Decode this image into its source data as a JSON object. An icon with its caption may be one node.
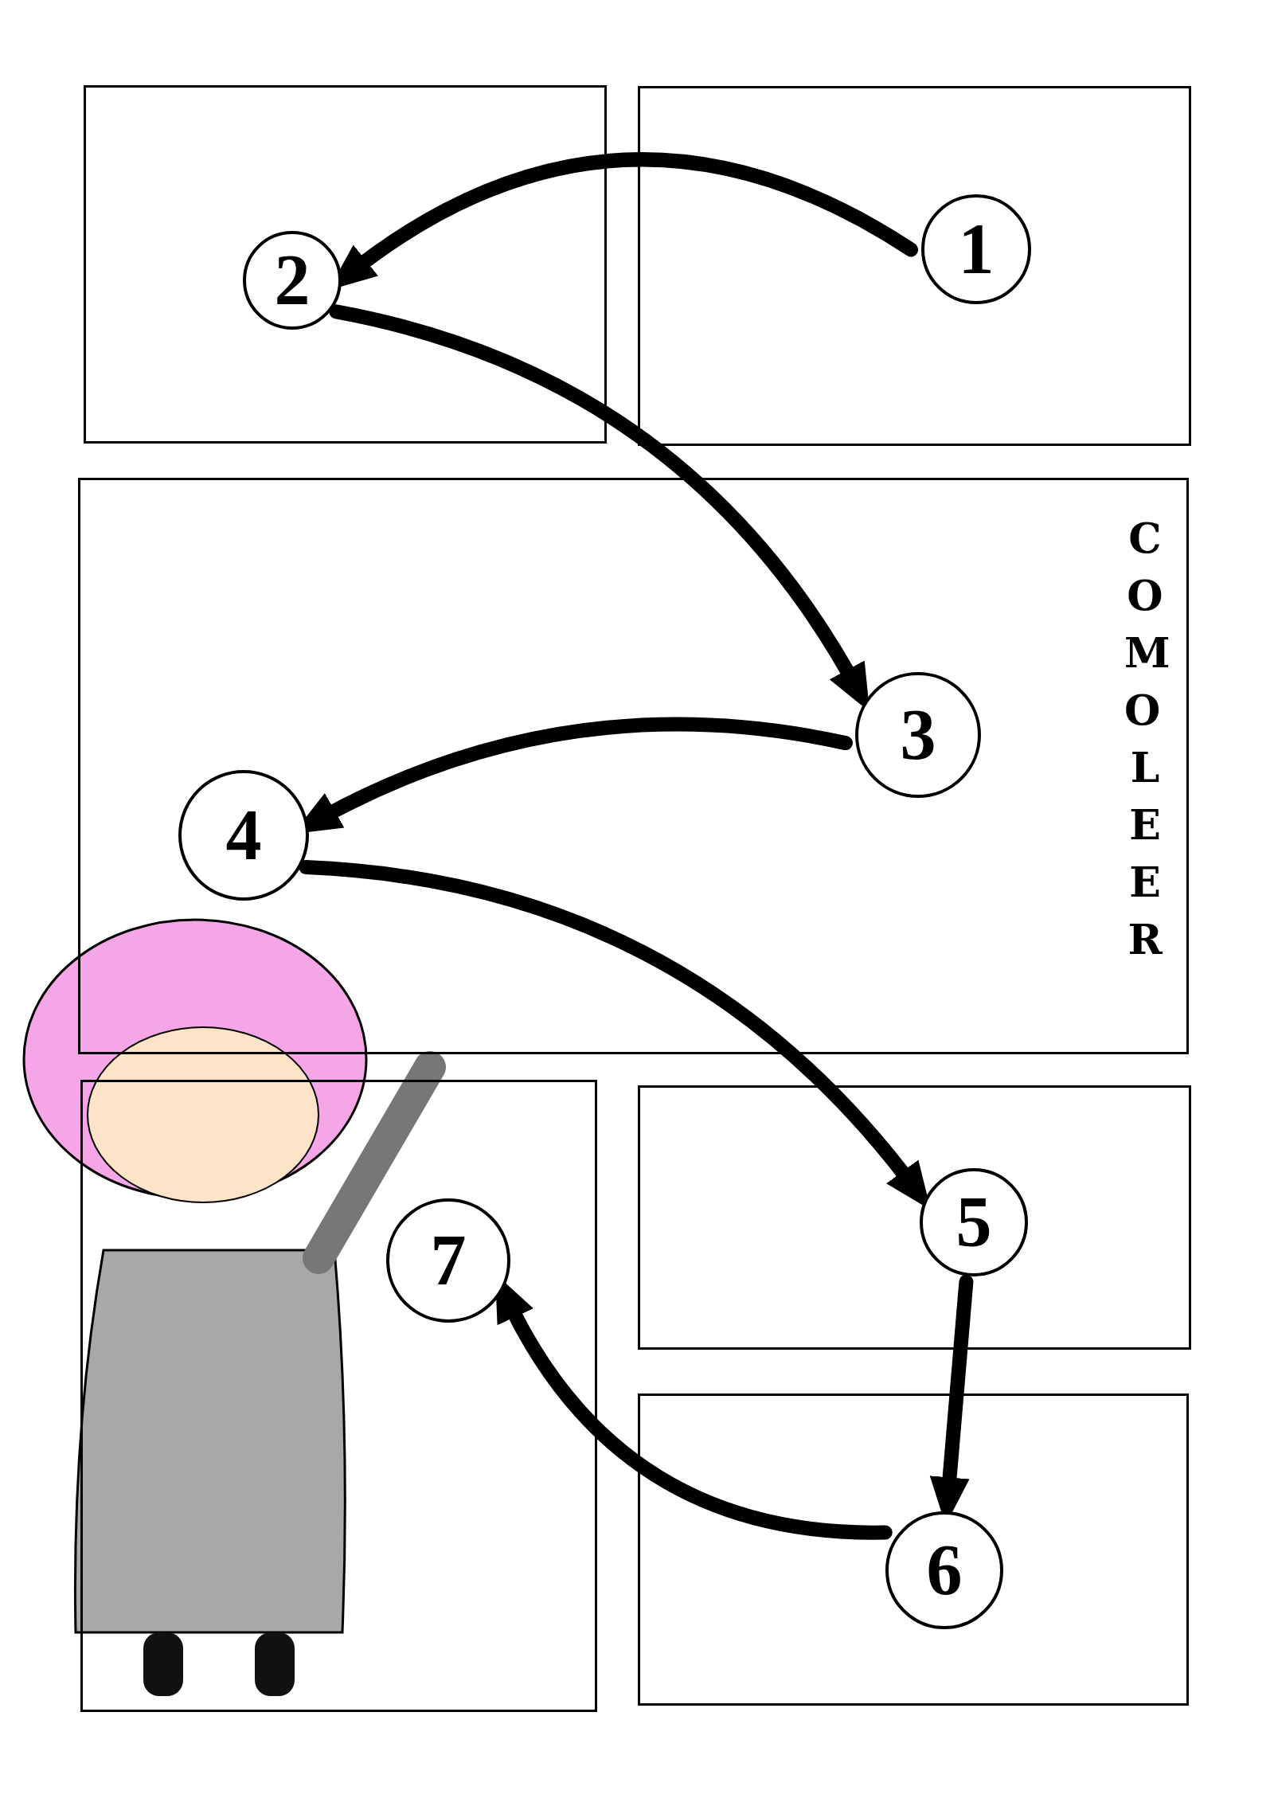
{
  "diagram": {
    "nodes": [
      {
        "text": [],
        "shape": "box"
      },
      {
        "text": [
          "1"
        ],
        "in": 0
      },
      {
        "text": [],
        "shape": "box"
      },
      {
        "text": [
          "2"
        ],
        "in": 2
      },
      {
        "text": [],
        "shape": "box"
      },
      {
        "text": [
          "3"
        ],
        "in": 4
      },
      {
        "text": [
          "4"
        ],
        "in": 4
      },
      {
        "text": [],
        "shape": "box"
      },
      {
        "text": [
          "5"
        ],
        "in": 7
      },
      {
        "text": [],
        "shape": "box"
      },
      {
        "text": [
          "6"
        ],
        "in": 9
      },
      {
        "text": [],
        "shape": "box"
      },
      {
        "text": [
          "7"
        ],
        "in": 11
      }
    ],
    "edges": [
      {
        "from": 1,
        "to": 3,
        "arrow": "to"
      },
      {
        "from": 3,
        "to": 5,
        "arrow": "to"
      },
      {
        "from": 5,
        "to": 6,
        "arrow": "to"
      },
      {
        "from": 6,
        "to": 8,
        "arrow": "to"
      },
      {
        "from": 8,
        "to": 10,
        "arrow": "to"
      },
      {
        "from": 10,
        "to": 12,
        "arrow": "to"
      }
    ],
    "labels": [
      "COMO LEER"
    ]
  }
}
